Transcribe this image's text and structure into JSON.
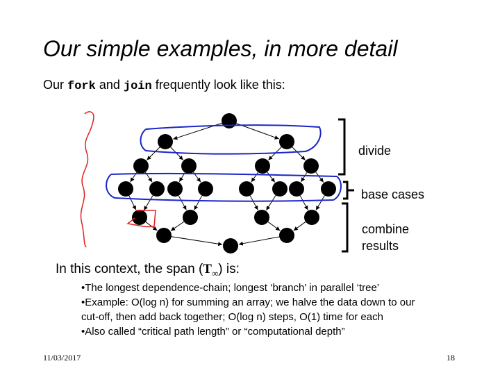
{
  "slide": {
    "title": "Our simple examples, in more detail",
    "intro": {
      "t1": "Our ",
      "code1": "fork",
      "t2": " and ",
      "code2": "join",
      "t3": " frequently look like this:"
    },
    "labels": {
      "divide": "divide",
      "base_cases": "base cases",
      "combine_line1": "combine",
      "combine_line2": "results"
    },
    "span_line": {
      "before": "In this context, the span (",
      "symbol": "T",
      "subscript": "∞",
      "after": ") is:"
    },
    "bullets": [
      "•The longest dependence-chain; longest ‘branch’ in parallel ‘tree’",
      "•Example: O(log n) for summing an array; we halve the data down to our",
      "cut-off, then add back together; O(log n) steps, O(1) time for each",
      "•Also called “critical path length” or “computational depth”"
    ],
    "date": "11/03/2017",
    "page_number": "18"
  },
  "colors": {
    "ink_blue": "#1a24c8",
    "ink_red": "#e0201e"
  }
}
